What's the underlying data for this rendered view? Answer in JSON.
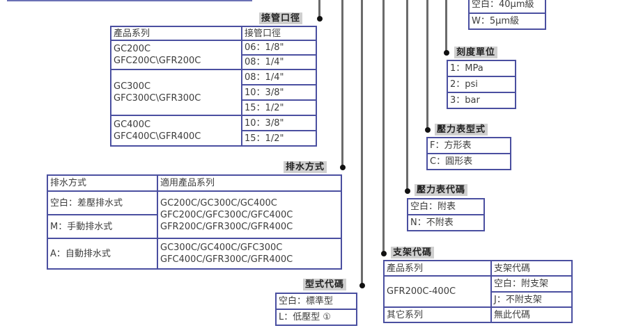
{
  "colors": {
    "table_border": "#4a4fa0",
    "header_bg": "#cfcfcf",
    "connector": "#6b6b6b"
  },
  "port_size": {
    "title": "接管口徑",
    "header": [
      "產品系列",
      "接管口徑"
    ],
    "rows": [
      {
        "series": [
          "GC200C",
          "GFC200C\\GFR200C"
        ],
        "sizes": [
          "06：1/8\"",
          "08：1/4\""
        ]
      },
      {
        "series": [
          "GC300C",
          "GFC300C\\GFR300C"
        ],
        "sizes": [
          "08：1/4\"",
          "10：3/8\"",
          "15：1/2\""
        ]
      },
      {
        "series": [
          "GC400C",
          "GFC400C\\GFR400C"
        ],
        "sizes": [
          "10：3/8\"",
          "15：1/2\""
        ]
      }
    ]
  },
  "drain": {
    "title": "排水方式",
    "header": [
      "排水方式",
      "適用產品系列"
    ],
    "rows": [
      {
        "method": "空白：差壓排水式"
      },
      {
        "method": "M：手動排水式"
      },
      {
        "method": "A：自動排水式"
      }
    ],
    "series_group1": [
      "GC200C/GC300C/GC400C",
      "GFC200C/GFC300C/GFC400C",
      "GFR200C/GFR300C/GFR400C"
    ],
    "series_group2": [
      "GC300C/GC400C/GFC300C",
      "GFC400C/GFR300C/GFR400C"
    ]
  },
  "type_code": {
    "title": "型式代碼",
    "options": [
      "空白：標準型",
      "L：低壓型 ①"
    ]
  },
  "filter": {
    "options": [
      "空白：40μm級",
      "W：5μm級"
    ]
  },
  "scale_unit": {
    "title": "刻度單位",
    "options": [
      "1：MPa",
      "2：psi",
      "3：bar"
    ]
  },
  "gauge_type": {
    "title": "壓力表型式",
    "options": [
      "F：方形表",
      "C：圓形表"
    ]
  },
  "gauge_code": {
    "title": "壓力表代碼",
    "options": [
      "空白：附表",
      "N：不附表"
    ]
  },
  "bracket": {
    "title": "支架代碼",
    "header": [
      "產品系列",
      "支架代碼"
    ],
    "series": "GFR200C-400C",
    "options": [
      "空白：附支架",
      "J：不附支架"
    ],
    "other_series": "其它系列",
    "other_code": "無此代碼"
  }
}
